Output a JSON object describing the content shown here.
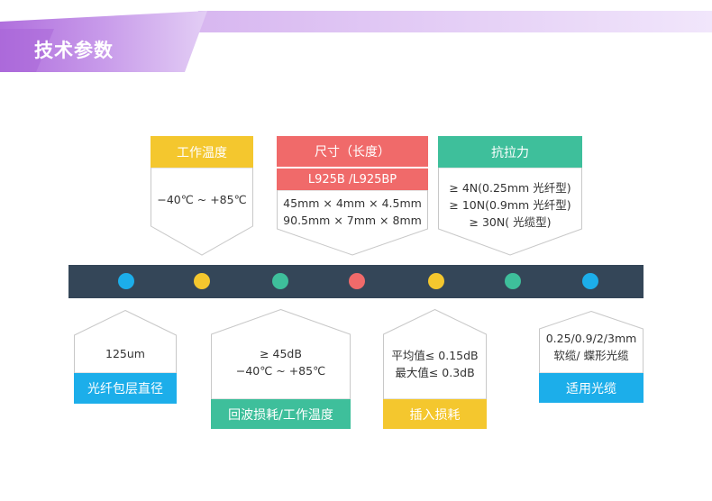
{
  "header": {
    "title": "技术参数"
  },
  "colors": {
    "yellow": "#F4C72E",
    "red": "#F06A6A",
    "green": "#3EBF9B",
    "blue": "#1CAEEA",
    "timeline": "#344658",
    "banner_purple": "#B57BE0"
  },
  "top_cards": {
    "temperature": {
      "label": "工作温度",
      "lines": [
        "−40℃ ~ +85℃"
      ]
    },
    "size": {
      "label": "尺寸（长度）",
      "sublabel": "L925B /L925BP",
      "lines": [
        "45mm × 4mm × 4.5mm",
        "90.5mm × 7mm × 8mm"
      ]
    },
    "tensile": {
      "label": "抗拉力",
      "lines": [
        "≥ 4N(0.25mm 光纤型)",
        "≥ 10N(0.9mm 光纤型)",
        "≥ 30N( 光缆型)"
      ]
    }
  },
  "bottom_cards": {
    "cladding": {
      "label": "光纤包层直径",
      "lines": [
        "125um"
      ]
    },
    "return_loss": {
      "label": "回波损耗/工作温度",
      "lines": [
        "≥ 45dB",
        "−40℃ ~ +85℃"
      ]
    },
    "insertion_loss": {
      "label": "插入损耗",
      "lines": [
        "平均值≤ 0.15dB",
        "最大值≤ 0.3dB"
      ]
    },
    "cable": {
      "label": "适用光缆",
      "lines": [
        "0.25/0.9/2/3mm",
        "软缆/ 蝶形光缆"
      ]
    }
  }
}
